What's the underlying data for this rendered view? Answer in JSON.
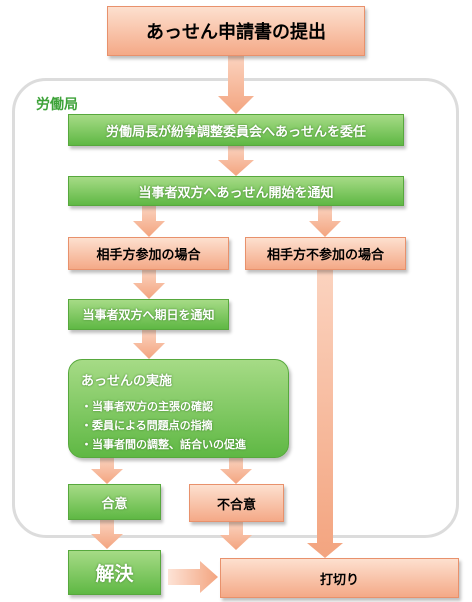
{
  "title": "あっせん申請書の提出",
  "bureau": "労働局",
  "steps": {
    "delegate": "労働局長が紛争調整委員会へあっせんを委任",
    "notify_start": "当事者双方へあっせん開始を通知",
    "party_attends": "相手方参加の場合",
    "party_absent": "相手方不参加の場合",
    "notify_date": "当事者双方へ期日を通知",
    "implement_title": "あっせんの実施",
    "implement_items": [
      "・当事者双方の主張の確認",
      "・委員による問題点の指摘",
      "・当事者間の調整、話合いの促進"
    ],
    "agree": "合意",
    "disagree": "不合意",
    "resolved": "解決",
    "terminated": "打切り"
  }
}
